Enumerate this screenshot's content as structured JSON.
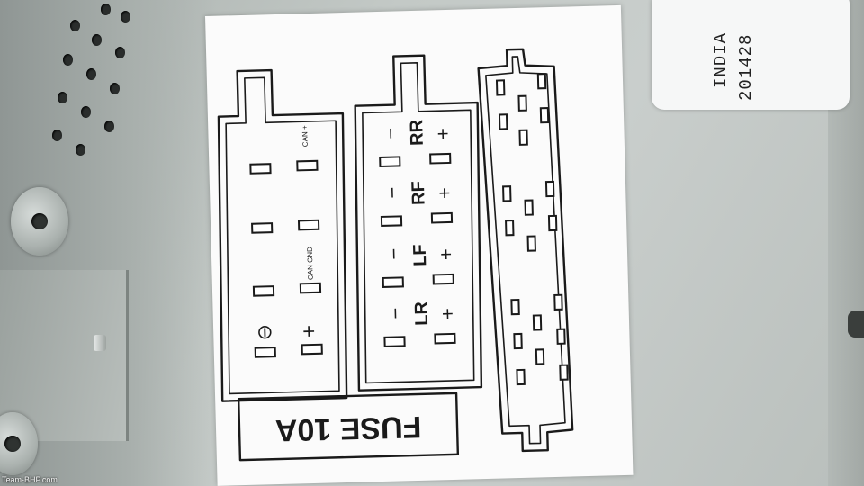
{
  "photo": {
    "subject": "car-radio-connector-pinout-sticker"
  },
  "sticker": {
    "left_connector": {
      "labels": {
        "can_plus": "CAN +",
        "can_gnd": "CAN GND",
        "ground_symbol": "⊖",
        "plus": "+"
      }
    },
    "middle_connector": {
      "speaker_labels": {
        "rr": "RR",
        "rf": "RF",
        "lf": "LF",
        "lr": "LR"
      },
      "minus": "−",
      "plus": "+"
    },
    "fuse_label": "FUSE 10A"
  },
  "side_label": {
    "line1": "INDIA",
    "line2": "201428"
  },
  "watermark": "Team-BHP.com",
  "colors": {
    "ink": "#1a1a1a",
    "sticker": "#fbfbfb",
    "metal": "#c3c9c6"
  }
}
